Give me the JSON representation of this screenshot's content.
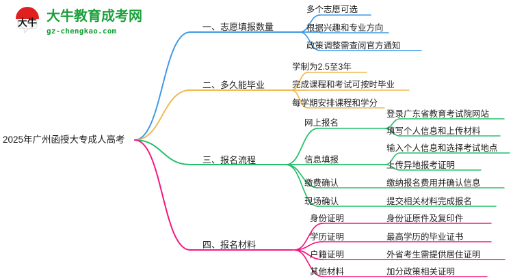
{
  "logo": {
    "mark_text": "大牛",
    "brand_cn": "大牛教育成考网",
    "brand_en": "gz-chengkao.com",
    "brand_color": "#1aa03c",
    "mark_color": "#e02020"
  },
  "mindmap": {
    "root": "2025年广州函授大专成人高考",
    "branch_colors": {
      "blue": "#3d9ae8",
      "orange": "#f0b952",
      "green": "#20c068",
      "magenta": "#f5167e"
    },
    "branches": [
      {
        "label": "一、志愿填报数量",
        "color": "#3d9ae8",
        "children": [
          {
            "label": "多个志愿可选"
          },
          {
            "label": "根据兴趣和专业方向"
          },
          {
            "label": "政策调整需查阅官方通知"
          }
        ]
      },
      {
        "label": "二、多久能毕业",
        "color": "#f0b952",
        "children": [
          {
            "label": "学制为2.5至3年"
          },
          {
            "label": "完成课程和考试可按时毕业"
          },
          {
            "label": "每学期安排课程和学分"
          }
        ]
      },
      {
        "label": "三、报名流程",
        "color": "#20c068",
        "children": [
          {
            "label": "网上报名",
            "children": [
              {
                "label": "登录广东省教育考试院网站"
              },
              {
                "label": "填写个人信息和上传材料"
              }
            ]
          },
          {
            "label": "信息填报",
            "children": [
              {
                "label": "输入个人信息和选择考试地点"
              },
              {
                "label": "上传异地报考证明"
              }
            ]
          },
          {
            "label": "缴费确认",
            "children": [
              {
                "label": "缴纳报名费用并确认信息"
              }
            ]
          },
          {
            "label": "现场确认",
            "children": [
              {
                "label": "提交相关材料完成报名"
              }
            ]
          }
        ]
      },
      {
        "label": "四、报名材料",
        "color": "#f5167e",
        "children": [
          {
            "label": "身份证明",
            "children": [
              {
                "label": "身份证原件及复印件"
              }
            ]
          },
          {
            "label": "学历证明",
            "children": [
              {
                "label": "最高学历的毕业证书"
              }
            ]
          },
          {
            "label": "户籍证明",
            "children": [
              {
                "label": "外省考生需提供居住证明"
              }
            ]
          },
          {
            "label": "其他材料",
            "children": [
              {
                "label": "加分政策相关证明"
              }
            ]
          }
        ]
      }
    ]
  }
}
